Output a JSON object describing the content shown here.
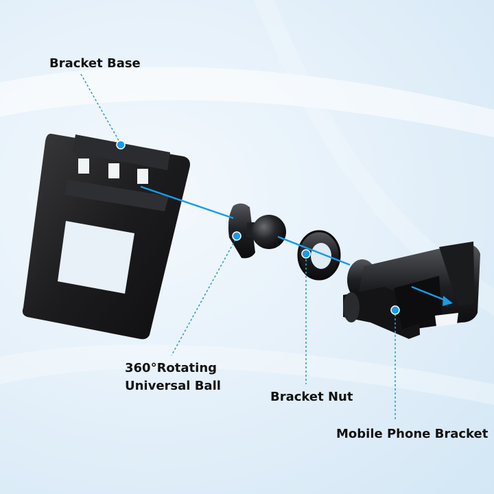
{
  "labels": {
    "bracket_base": "Bracket Base",
    "ball_line1": "360°Rotating",
    "ball_line2": "Universal Ball",
    "bracket_nut": "Bracket Nut",
    "phone_bracket": "Mobile Phone Bracket"
  },
  "colors": {
    "accent": "#1a9be8",
    "leader": "#2aa6b8",
    "part": "#1b1b1d"
  }
}
